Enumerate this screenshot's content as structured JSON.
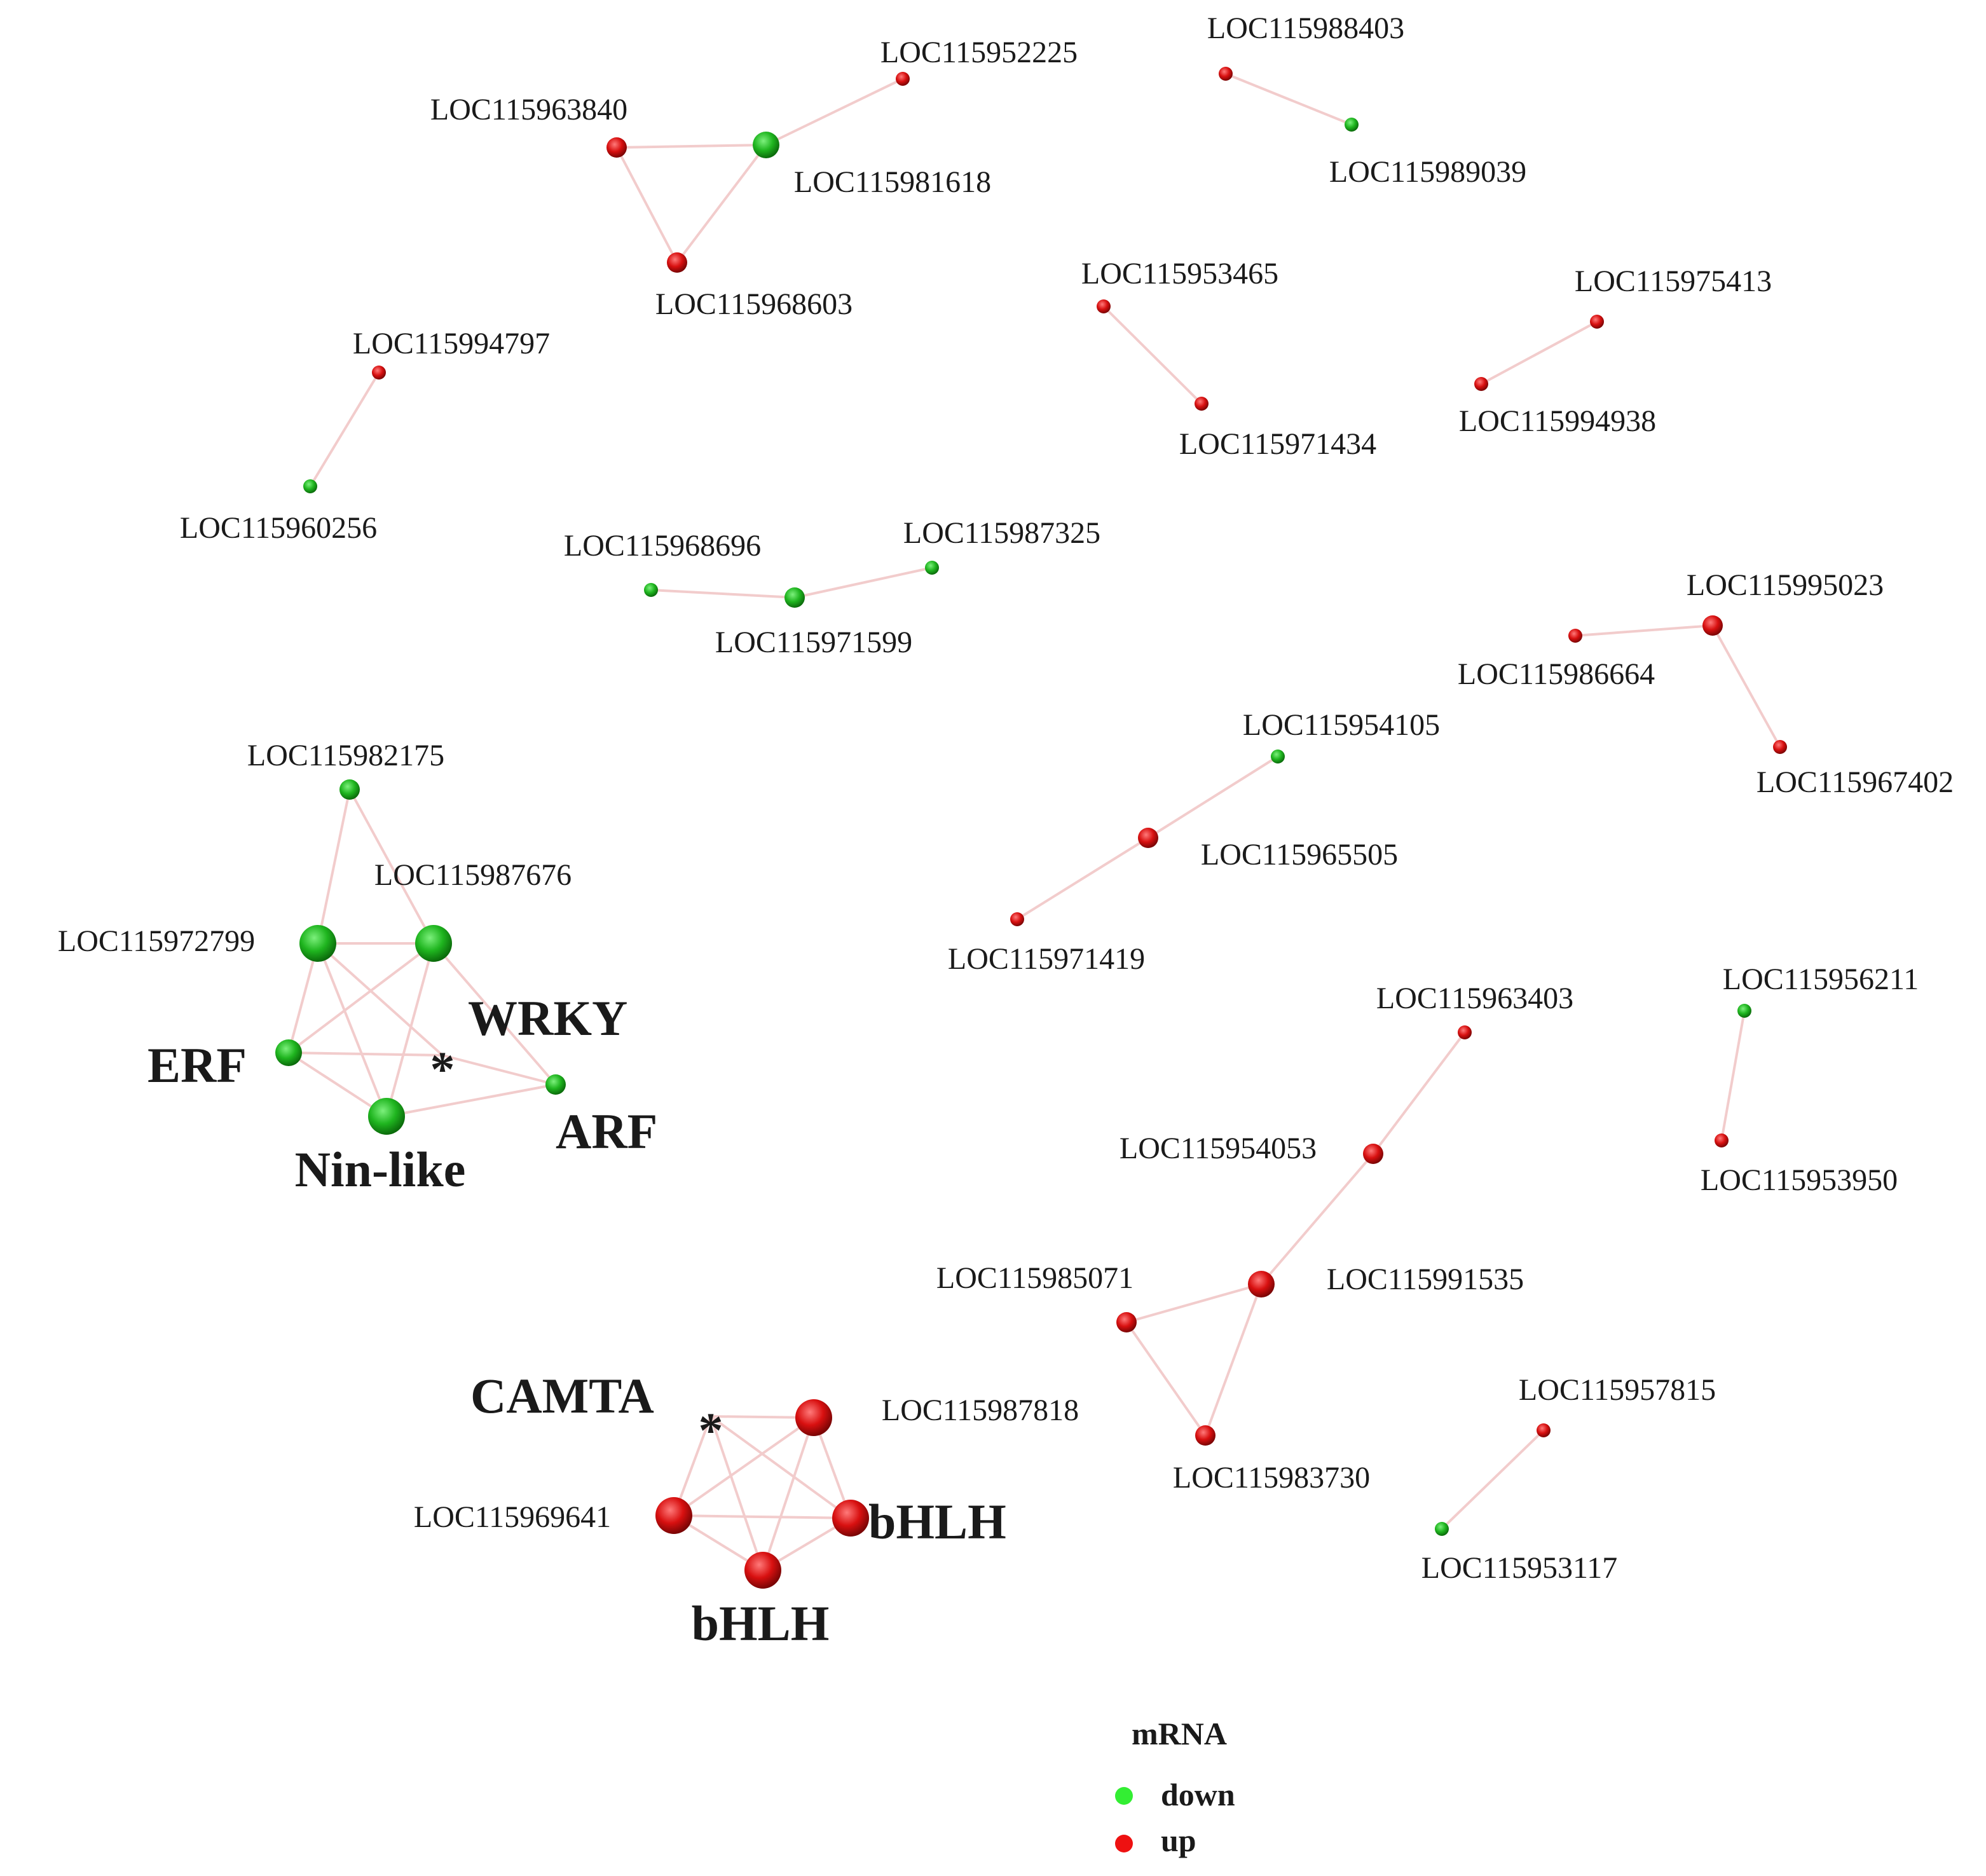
{
  "colors": {
    "down": "#22b822",
    "up": "#dd1111",
    "down_star": "#33dd33",
    "up_star": "#ee2233",
    "edge": "#f2cccc",
    "legend_down": "#33ee33",
    "legend_up": "#ee1111"
  },
  "nodes": [
    {
      "id": "n1",
      "label": "LOC115963840",
      "status": "up",
      "size": "medium"
    },
    {
      "id": "n2",
      "label": "LOC115981618",
      "status": "down",
      "size": "large"
    },
    {
      "id": "n3",
      "label": "LOC115952225",
      "status": "up",
      "size": "small"
    },
    {
      "id": "n4",
      "label": "LOC115968603",
      "status": "up",
      "size": "medium"
    },
    {
      "id": "n5",
      "label": "LOC115988403",
      "status": "up",
      "size": "small"
    },
    {
      "id": "n6",
      "label": "LOC115989039",
      "status": "down",
      "size": "small"
    },
    {
      "id": "n7",
      "label": "LOC115994797",
      "status": "up",
      "size": "small"
    },
    {
      "id": "n8",
      "label": "LOC115960256",
      "status": "down",
      "size": "small"
    },
    {
      "id": "n9",
      "label": "LOC115953465",
      "status": "up",
      "size": "small"
    },
    {
      "id": "n10",
      "label": "LOC115971434",
      "status": "up",
      "size": "small"
    },
    {
      "id": "n11",
      "label": "LOC115975413",
      "status": "up",
      "size": "small"
    },
    {
      "id": "n12",
      "label": "LOC115994938",
      "status": "up",
      "size": "small"
    },
    {
      "id": "n13",
      "label": "LOC115968696",
      "status": "down",
      "size": "small"
    },
    {
      "id": "n14",
      "label": "LOC115971599",
      "status": "down",
      "size": "medium"
    },
    {
      "id": "n15",
      "label": "LOC115987325",
      "status": "down",
      "size": "small"
    },
    {
      "id": "n16",
      "label": "LOC115995023",
      "status": "up",
      "size": "medium"
    },
    {
      "id": "n17",
      "label": "LOC115986664",
      "status": "up",
      "size": "small"
    },
    {
      "id": "n18",
      "label": "LOC115967402",
      "status": "up",
      "size": "small"
    },
    {
      "id": "n19",
      "label": "LOC115954105",
      "status": "down",
      "size": "small"
    },
    {
      "id": "n20",
      "label": "LOC115965505",
      "status": "up",
      "size": "medium"
    },
    {
      "id": "n21",
      "label": "LOC115971419",
      "status": "up",
      "size": "small"
    },
    {
      "id": "n22",
      "label": "LOC115982175",
      "status": "down",
      "size": "medium"
    },
    {
      "id": "n23",
      "label": "LOC115987676",
      "status": "down",
      "size": "xlarge"
    },
    {
      "id": "n24",
      "label": "LOC115972799",
      "status": "down",
      "size": "xlarge"
    },
    {
      "id": "n25",
      "label": "ERF",
      "status": "down",
      "size": "large",
      "emphasis": true
    },
    {
      "id": "n26",
      "label": "WRKY",
      "status": "down",
      "star": true
    },
    {
      "id": "n27",
      "label": "ARF",
      "status": "down",
      "size": "medium",
      "emphasis": true
    },
    {
      "id": "n28",
      "label": "Nin-like",
      "status": "down",
      "size": "xlarge",
      "emphasis": true
    },
    {
      "id": "n29",
      "label": "LOC115963403",
      "status": "up",
      "size": "small"
    },
    {
      "id": "n30",
      "label": "LOC115954053",
      "status": "up",
      "size": "medium"
    },
    {
      "id": "n31",
      "label": "LOC115991535",
      "status": "up",
      "size": "large"
    },
    {
      "id": "n32",
      "label": "LOC115985071",
      "status": "up",
      "size": "medium"
    },
    {
      "id": "n33",
      "label": "LOC115983730",
      "status": "up",
      "size": "medium"
    },
    {
      "id": "n34",
      "label": "LOC115956211",
      "status": "down",
      "size": "small"
    },
    {
      "id": "n35",
      "label": "LOC115953950",
      "status": "up",
      "size": "small"
    },
    {
      "id": "n36",
      "label": "LOC115957815",
      "status": "up",
      "size": "small"
    },
    {
      "id": "n37",
      "label": "LOC115953117",
      "status": "down",
      "size": "small"
    },
    {
      "id": "n38",
      "label": "CAMTA",
      "status": "up",
      "star": true
    },
    {
      "id": "n39",
      "label": "LOC115987818",
      "status": "up",
      "size": "xlarge"
    },
    {
      "id": "n40",
      "label": "LOC115969641",
      "status": "up",
      "size": "xlarge"
    },
    {
      "id": "n41",
      "label": "bHLH",
      "status": "up",
      "size": "xlarge",
      "emphasis": true
    },
    {
      "id": "n42",
      "label": "bHLH",
      "status": "up",
      "size": "xlarge",
      "emphasis": true
    }
  ],
  "edges": [
    [
      "n1",
      "n2"
    ],
    [
      "n1",
      "n4"
    ],
    [
      "n2",
      "n4"
    ],
    [
      "n2",
      "n3"
    ],
    [
      "n5",
      "n6"
    ],
    [
      "n7",
      "n8"
    ],
    [
      "n9",
      "n10"
    ],
    [
      "n11",
      "n12"
    ],
    [
      "n13",
      "n14"
    ],
    [
      "n14",
      "n15"
    ],
    [
      "n17",
      "n16"
    ],
    [
      "n16",
      "n18"
    ],
    [
      "n19",
      "n20"
    ],
    [
      "n20",
      "n21"
    ],
    [
      "n22",
      "n24"
    ],
    [
      "n22",
      "n23"
    ],
    [
      "n24",
      "n23"
    ],
    [
      "n24",
      "n25"
    ],
    [
      "n24",
      "n28"
    ],
    [
      "n24",
      "n26"
    ],
    [
      "n23",
      "n25"
    ],
    [
      "n23",
      "n28"
    ],
    [
      "n23",
      "n27"
    ],
    [
      "n25",
      "n26"
    ],
    [
      "n25",
      "n28"
    ],
    [
      "n26",
      "n27"
    ],
    [
      "n28",
      "n27"
    ],
    [
      "n29",
      "n30"
    ],
    [
      "n30",
      "n31"
    ],
    [
      "n31",
      "n32"
    ],
    [
      "n31",
      "n33"
    ],
    [
      "n32",
      "n33"
    ],
    [
      "n34",
      "n35"
    ],
    [
      "n36",
      "n37"
    ],
    [
      "n38",
      "n39"
    ],
    [
      "n38",
      "n40"
    ],
    [
      "n38",
      "n41"
    ],
    [
      "n38",
      "n42"
    ],
    [
      "n39",
      "n40"
    ],
    [
      "n39",
      "n41"
    ],
    [
      "n39",
      "n42"
    ],
    [
      "n40",
      "n41"
    ],
    [
      "n40",
      "n42"
    ],
    [
      "n41",
      "n42"
    ]
  ],
  "legend": {
    "title": "mRNA",
    "items": [
      {
        "label": "down",
        "status": "down"
      },
      {
        "label": "up",
        "status": "up"
      }
    ]
  }
}
